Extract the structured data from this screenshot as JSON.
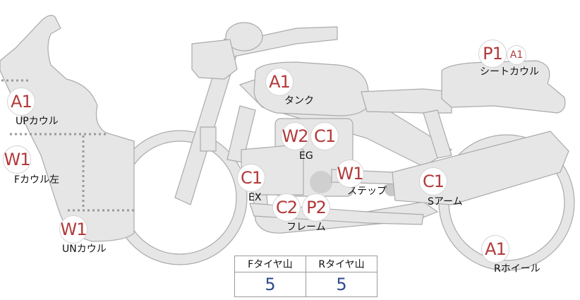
{
  "parts": {
    "up_cowl": "UPカウル",
    "f_cowl_left": "Fカウル左",
    "un_cowl": "UNカウル",
    "tank": "タンク",
    "eg": "EG",
    "ex": "EX",
    "step": "ステップ",
    "frame": "フレーム",
    "s_arm": "Sアーム",
    "seat_cowl": "シートカウル",
    "r_wheel": "Rホイール"
  },
  "badges": {
    "up_cowl": "A1",
    "f_cowl_left": "W1",
    "un_cowl": "W1",
    "tank": "A1",
    "eg_1": "W2",
    "eg_2": "C1",
    "ex": "C1",
    "step": "W1",
    "frame_1": "C2",
    "frame_2": "P2",
    "s_arm": "C1",
    "seat_cowl_1": "P1",
    "seat_cowl_2": "A1",
    "r_wheel": "A1"
  },
  "tire_table": {
    "front_header": "Fタイヤ山",
    "rear_header": "Rタイヤ山",
    "front_value": "5",
    "rear_value": "5"
  }
}
